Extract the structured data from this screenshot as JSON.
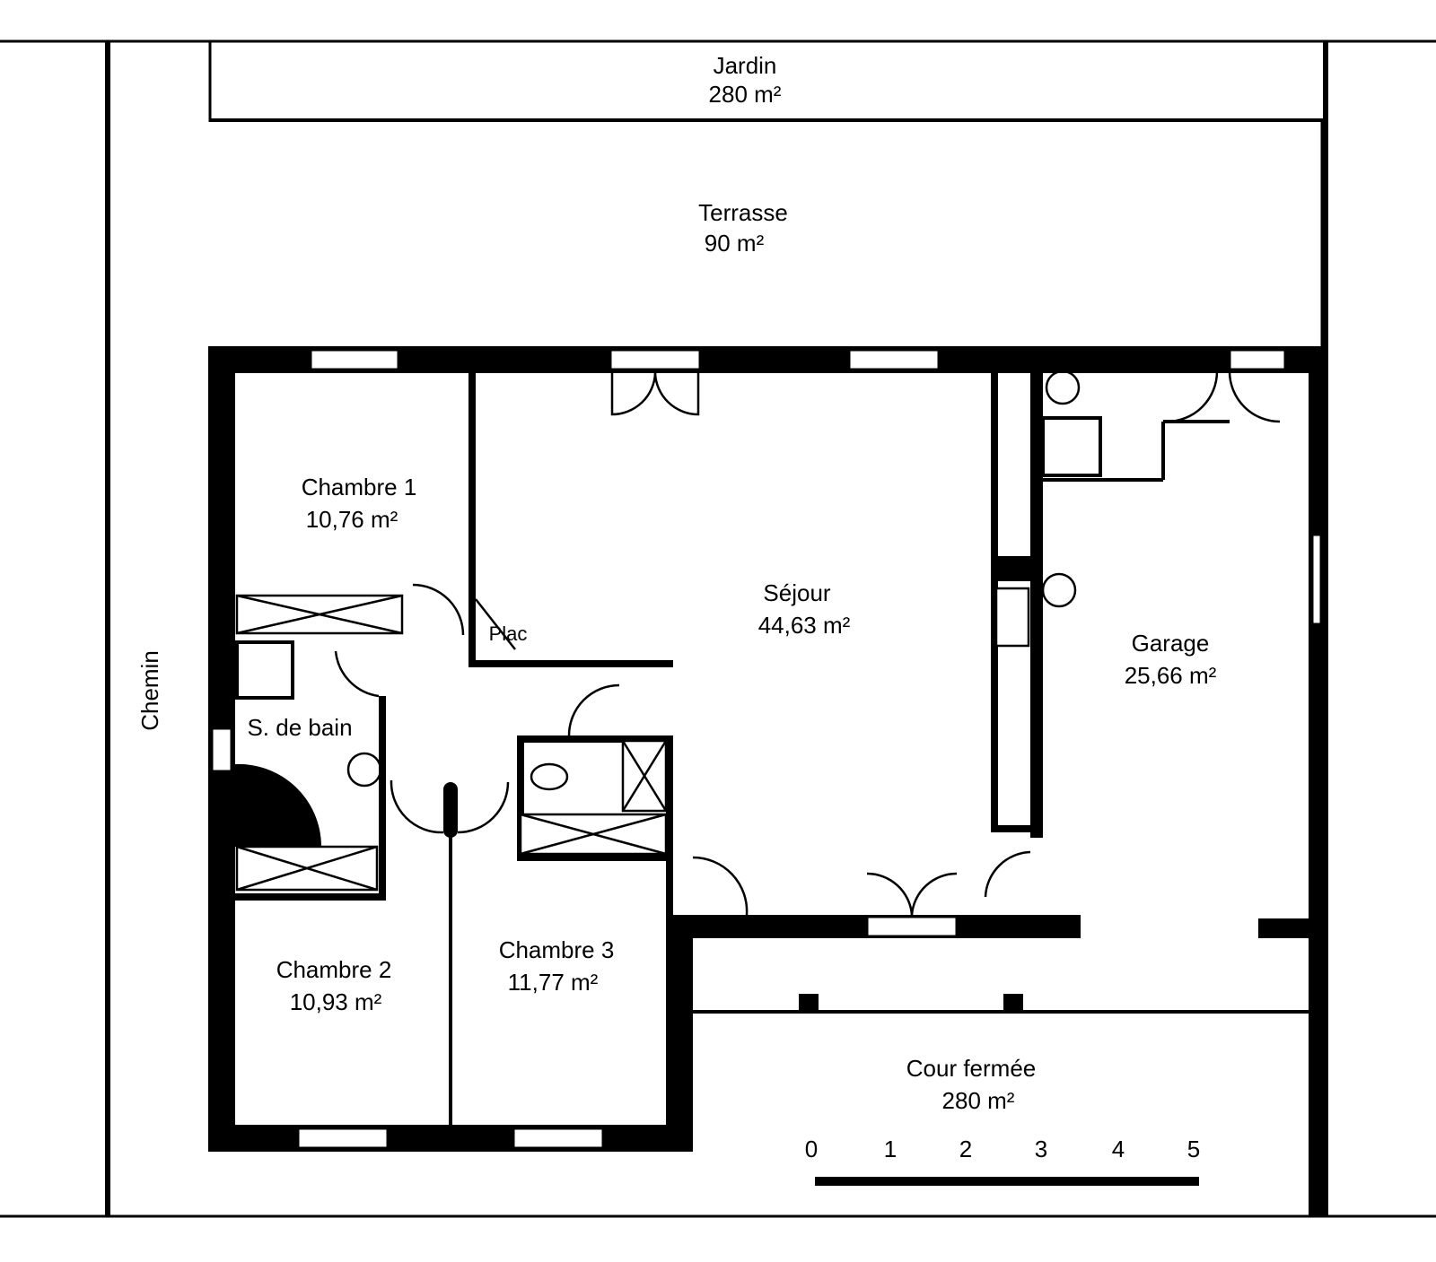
{
  "plan": {
    "rooms": {
      "jardin": {
        "name": "Jardin",
        "area": "280 m²"
      },
      "terrasse": {
        "name": "Terrasse",
        "area": "90 m²"
      },
      "chambre1": {
        "name": "Chambre 1",
        "area": "10,76 m²"
      },
      "sejour": {
        "name": "Séjour",
        "area": "44,63 m²"
      },
      "garage": {
        "name": "Garage",
        "area": "25,66 m²"
      },
      "sdb": {
        "name": "S. de bain"
      },
      "chemin": {
        "name": "Chemin"
      },
      "chambre2": {
        "name": "Chambre 2",
        "area": "10,93 m²"
      },
      "chambre3": {
        "name": "Chambre 3",
        "area": "11,77 m²"
      },
      "cour": {
        "name": "Cour fermée",
        "area": "280 m²"
      }
    },
    "labels": {
      "placard": "Plac"
    },
    "scale": {
      "ticks": [
        "0",
        "1",
        "2",
        "3",
        "4",
        "5"
      ]
    }
  }
}
